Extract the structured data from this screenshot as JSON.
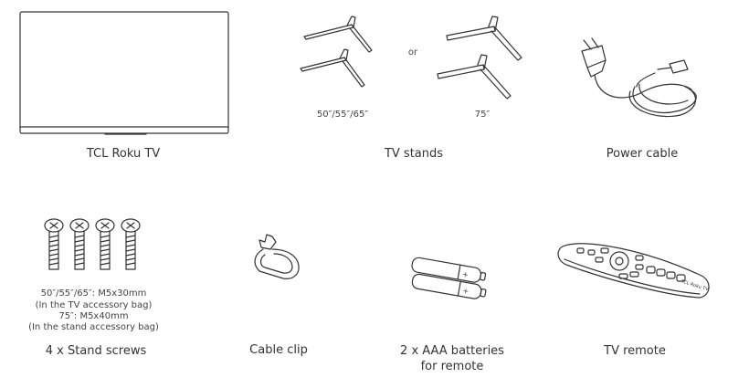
{
  "items": {
    "tv": {
      "label": "TCL Roku TV"
    },
    "stands": {
      "label": "TV stands",
      "or_text": "or",
      "size_a": "50″/55″/65″",
      "size_b": "75″"
    },
    "power": {
      "label": "Power cable"
    },
    "screws": {
      "label": "4 x Stand screws",
      "note_1": "50″/55″/65″: M5x30mm",
      "note_2": "(In the TV accessory bag)",
      "note_3": "75″: M5x40mm",
      "note_4": "(In the stand accessory bag)"
    },
    "clip": {
      "label": "Cable clip"
    },
    "batteries": {
      "label_1": "2 x AAA batteries",
      "label_2": "for remote"
    },
    "remote": {
      "label": "TV remote",
      "brand_text": "TCL·Roku TV"
    }
  }
}
